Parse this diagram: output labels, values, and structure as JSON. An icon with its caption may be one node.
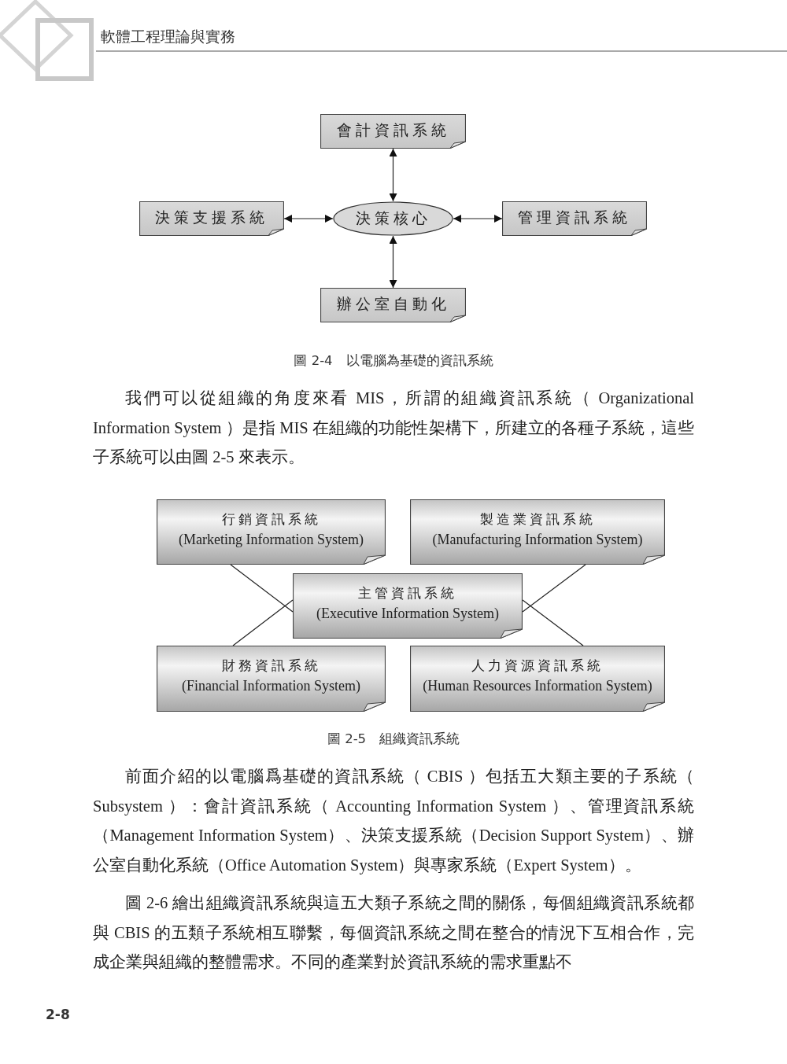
{
  "diagram": {
    "nodes": [
      {
        "text": [
          "會計資訊系統"
        ]
      },
      {
        "text": [
          "決策支援系統"
        ]
      },
      {
        "text": [
          "決策核心"
        ]
      },
      {
        "text": [
          "管理資訊系統"
        ]
      },
      {
        "text": [
          "辦公室自動化"
        ]
      },
      {
        "text": [
          "行銷資訊系統",
          "(Marketing Information System)"
        ]
      },
      {
        "text": [
          "製造業資訊系統",
          "(Manufacturing Information System)"
        ]
      },
      {
        "text": [
          "主管資訊系統",
          "(Executive Information System)"
        ]
      },
      {
        "text": [
          "財務資訊系統",
          "(Financial Information System)"
        ]
      },
      {
        "text": [
          "人力資源資訊系統",
          "(Human Resources Information System)"
        ]
      }
    ],
    "edges": [
      {
        "from": 2,
        "to": 0,
        "arrow": "both"
      },
      {
        "from": 2,
        "to": 1,
        "arrow": "both"
      },
      {
        "from": 2,
        "to": 3,
        "arrow": "both"
      },
      {
        "from": 2,
        "to": 4,
        "arrow": "both"
      },
      {
        "from": 5,
        "to": 7,
        "arrow": "none"
      },
      {
        "from": 8,
        "to": 7,
        "arrow": "none"
      },
      {
        "from": 6,
        "to": 7,
        "arrow": "none"
      },
      {
        "from": 9,
        "to": 7,
        "arrow": "none"
      }
    ],
    "labels": [
      "軟體工程理論與實務",
      "圖 2-4　以電腦為基礎的資訊系統",
      "我們可以從組織的角度來看 MIS，所謂的組織資訊系統（ Organizational Information System ）是指 MIS 在組織的功能性架構下，所建立的各種子系統，這些子系統可以由圖 2-5 來表示。",
      "圖 2-5　組織資訊系統",
      "前面介紹的以電腦爲基礎的資訊系統（ CBIS ）包括五大類主要的子系統（ Subsystem ）：會計資訊系統（ Accounting Information System ）、管理資訊系統（Management Information System）、決策支援系統（Decision Support System）、辦公室自動化系統（Office Automation System）與專家系統（Expert System）。",
      "圖 2-6 繪出組織資訊系統與這五大類子系統之間的關係，每個組織資訊系統都與 CBIS 的五類子系統相互聯繫，每個資訊系統之間在整合的情況下互相合作，完成企業與組織的整體需求。不同的產業對於資訊系統的需求重點不",
      "2-8"
    ]
  }
}
